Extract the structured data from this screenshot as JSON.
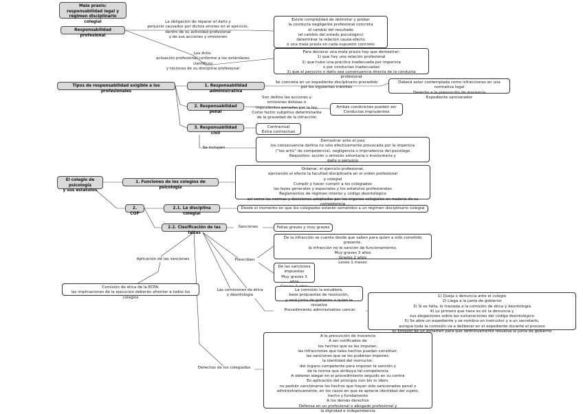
{
  "title": "Mala praxis:\nresponsabilidad legal y\nrégimen disciplinario colegial",
  "responsabilidad_profesional": {
    "label": "Responsabilidad profesional",
    "link_text": "La obligación de reparar el daño y\nperjuicio causados por dichos errores en el ejercicio,\ndentro de su actividad profesional\ny de sus acciones y omisiones",
    "box": "Existe complejidad de delimitar y probar\nla conducta negligente profesional concreta\nel cambio del resultado\n(el cambio del estado psicológico)\ndeterminar la relación causa-efecto\no una mala praxis en cada supuesto concreto",
    "lex_artis_text": "Lex Artis:\nactuación profesional conforme a los estándares científicos\ny técnicos de su disciplina profesional",
    "lex_artis_box": "Para declarar una mala praxis hay que demostrar:\n1) que hay una relación profesional\n2) que hubo una práctica inadecuada por impericia\no por conductas inadecuadas\n3) que el perjuicio o daño sea consecuencia directa de la conducta profesional"
  },
  "tipos": {
    "label": "Tipos de responsabilidad exigible a los profesionales",
    "administrativa": {
      "label": "1. Responsabilidad administrativa",
      "text": "Se concreta en un expediente disciplinario precedido\npor los siguientes trámites",
      "box": "Deberá estar contemplada como infracciones en una normativa legal\nDerecho a la presunción de inocencia\nExpediente sancionador"
    },
    "penal": {
      "label": "2. Responsabilidad penal",
      "text": "Son delitos las acciones y\nomisiones dolosas o\nimprudentes penadas por la ley.\nComo factor subjetivo determinante\nde la gravedad de la infracción",
      "box": "Ambas condiciones pueden ser\nConductas imprudentes"
    },
    "civil": {
      "label": "3. Responsabilidad civil",
      "box_small": "Contractual\nExtra contractual",
      "box": "Demostrar ante el juez\nlos consecuencia dañina no sólo efectivamente provocada por la impericia\n(“lex artis” de competencia), negligencia o imprudencia del psicólogo\nRequisitos: acción u omisión voluntaria o involuntaria y\ndaño o perjuicio",
      "side_text": "Se incluyen"
    }
  },
  "colegio": {
    "label": "El colegio de psicología\ny sus estatutos",
    "funciones": {
      "label": "1. Funciones de los colegios de psicología",
      "box": "Ordenar, el ejercicio profesional,\nejerciendo al efecto la facultad disciplinaria en el orden profesional\ny colegial\nCumplir y hacer cumplir a los colegiados\nlas leyes generales y especiales y los estatutos profesionales\nReglamentos de régimen interior y código deontológico\nasí como las normas y decisiones adoptadas por los órganos colegiales en materia de su competencia"
    },
    "cop": "2. COP",
    "disciplina": {
      "label": "2.1. La disciplina colegial",
      "box": "Desde el momento en que los colegiados estarán sometidos a un régimen disciplinario colegial"
    },
    "faltas": {
      "label": "2.2. Clasificación de las faltas",
      "sanciones": "Sanciones",
      "sanciones_box": "Faltas graves y muy graves",
      "box1": "De la infracción se cuenta desde que saben para quien a sido cometido presente,\nla infracción no le sanción de funcionamiento.\nMuy graves 3 años\nGraves 2 años\nLeves 1 meses",
      "prescriben": "Prescriben",
      "box2": "De las sanciones impuestas\nMuy graves 3 años\nGraves 2 años\nLeves 1 año",
      "aplicacion": "Aplicación de las sanciones",
      "comision_text": "Comisión de ética de la ECPA:\nlas implicaciones de la ejecución deberán afrontar a todos los colegios",
      "comisiones_text": "Las comisiones de ética\ny deontología",
      "comisiones_box": "La comisión la estudiará,\nbase propuestas de resolución,\ny será Junta de gobierno a quien le resuelve",
      "procedimiento_text": "Procedimiento administrativo común",
      "procedimiento_box": "1) Queja o denuncia ante el colegio\n2) Llega a la junta de gobierno\n3) Si es falta, lo traslada a la comisión de ética y deontología\n4) Lo primero que hace es oír la denuncia y\nsus alegaciones sobre las vulneraciones del código deontológico\n5) Se abre un expediente y se nombra un instructor y a un secretario,\naunque toda la comisión va a deliberar en el expediente durante el proceso\n6) Emisión de un dictamen para que definitivamente resuelva la junta de gobierno",
      "derechos_text": "Derechos de los colegiados",
      "derechos_box": "A la presunción de inocencia\nA ser notificados de\nlos hechos que se les imputan,\nlas infracciones que tales hechos puedan constituir,\nlas sanciones que se les pudieran imponer,\nla identidad del instructor,\ndel órgano competente para imponer la sanción y\nde la norma que atribuya tal competencia\nA obtener alegar en el procedimiento seguido en su contra\nEn aplicación del principio non bis in idem,\nno podrán sancionarse los hechos que hayan sido sancionados penal o\nadministrativamente, en los casos en que se aprecie identidad del sujeto,\nhecho y fundamento\nA los demás derechos\nDefensa en un profesional o abogado profesional y\nla dignidad e independencia"
    }
  }
}
